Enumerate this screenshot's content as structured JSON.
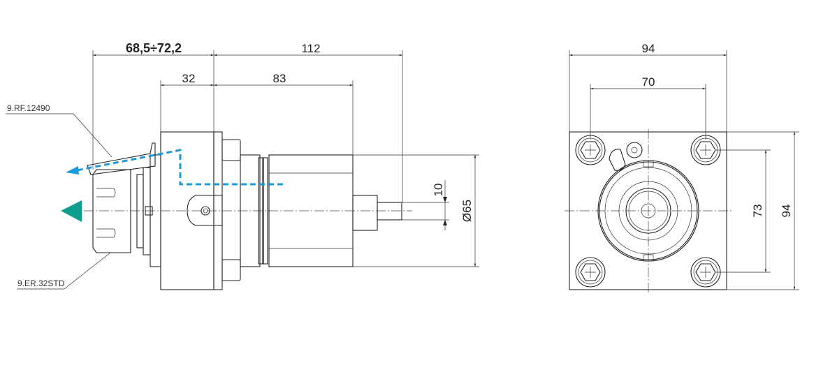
{
  "side_view": {
    "dimensions": {
      "overall_tool_length": "68,5÷72,2",
      "body_length": "112",
      "flange_width": "32",
      "housing_length": "83",
      "shaft_diameter": "10",
      "housing_diameter": "Ø65"
    },
    "references": {
      "coolant_ring": "9.RF.12490",
      "collet_nut": "9.ER.32STD"
    },
    "colors": {
      "coolant_path": "#1a9ad9",
      "direction_marker": "#0e9e8e"
    }
  },
  "front_view": {
    "dimensions": {
      "width": "94",
      "bolt_spacing_horizontal": "70",
      "bolt_spacing_vertical": "73",
      "height": "94"
    }
  }
}
